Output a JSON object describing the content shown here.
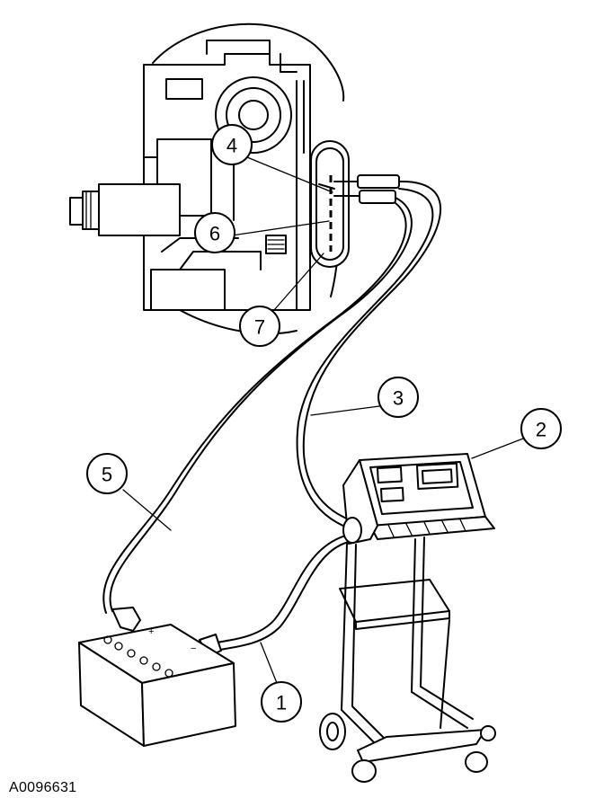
{
  "callouts": [
    {
      "id": "1",
      "label": "1"
    },
    {
      "id": "2",
      "label": "2"
    },
    {
      "id": "3",
      "label": "3"
    },
    {
      "id": "4",
      "label": "4"
    },
    {
      "id": "5",
      "label": "5"
    },
    {
      "id": "6",
      "label": "6"
    },
    {
      "id": "7",
      "label": "7"
    }
  ],
  "figure_id": "A0096631"
}
